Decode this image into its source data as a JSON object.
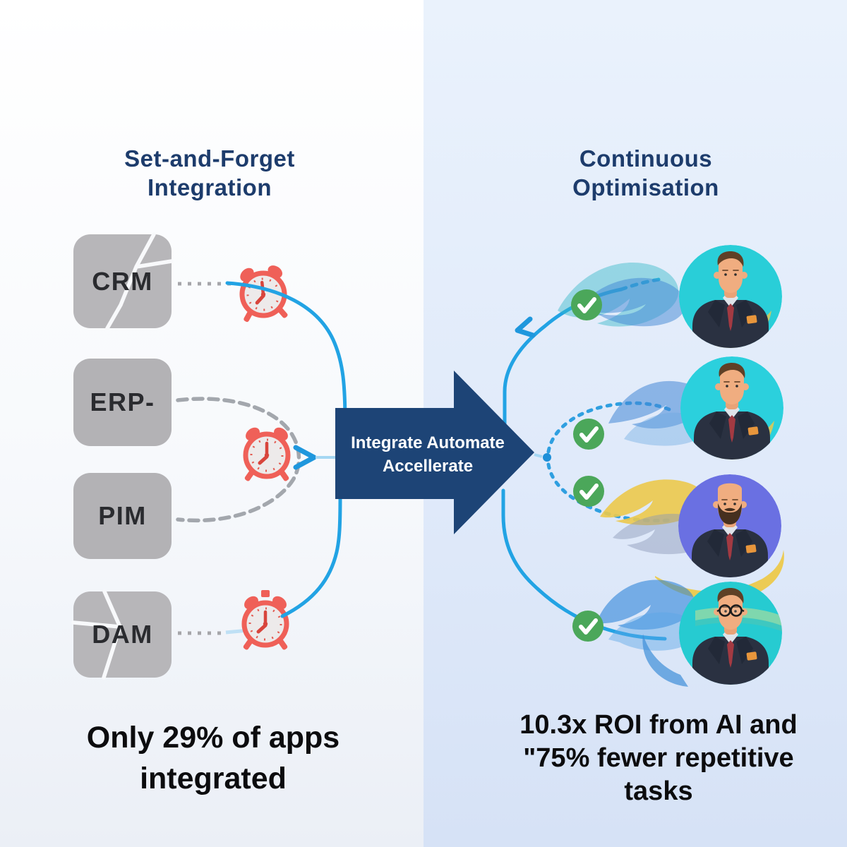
{
  "infographic": {
    "type": "before-after comparison",
    "left_panel": {
      "title": [
        "Set-and-Forget",
        "Integration"
      ],
      "systems": [
        {
          "label": "CRM",
          "state": "broken-box"
        },
        {
          "label": "ERP-",
          "state": "siloed-box"
        },
        {
          "label": "PIM",
          "state": "siloed-box"
        },
        {
          "label": "DAM",
          "state": "broken-box"
        }
      ],
      "delay_icons": 3,
      "delay_icon_name": "alarm-clock-icon",
      "stat": [
        "Only 29% of apps",
        "integrated"
      ]
    },
    "center": {
      "arrow_label": [
        "Integrate Automate",
        "Accellerate"
      ]
    },
    "right_panel": {
      "title": [
        "Continuous",
        "Optimisation"
      ],
      "avatars": [
        {
          "description": "businessman, brown hair, red tie",
          "circle_color": "#29ced8"
        },
        {
          "description": "businessman, brown hair, red tie",
          "circle_color": "#2bd0dd"
        },
        {
          "description": "bald businessman with beard, red tie",
          "circle_color": "#6a70e2"
        },
        {
          "description": "businessman with glasses, red tie",
          "circle_color": "#26cbd1"
        }
      ],
      "check_icon_name": "check-circle-icon",
      "check_count": 4,
      "stat": [
        "10.3x ROI from AI and",
        "\"75% fewer repetitive",
        "tasks"
      ]
    },
    "colors": {
      "bg_left": "#f7f9fc",
      "bg_right": "#dde8f8",
      "title_navy": "#1d3c6c",
      "stat_black": "#0c0c0e",
      "arrow_navy": "#1d4476",
      "flow_blue": "#22a3e4",
      "alarm_red": "#ef6058",
      "check_green": "#4ba75a",
      "box_gray": "#b5b4b7",
      "avatar_purple": "#6a70e2",
      "swoosh_yellow": "#ecc94b"
    }
  }
}
